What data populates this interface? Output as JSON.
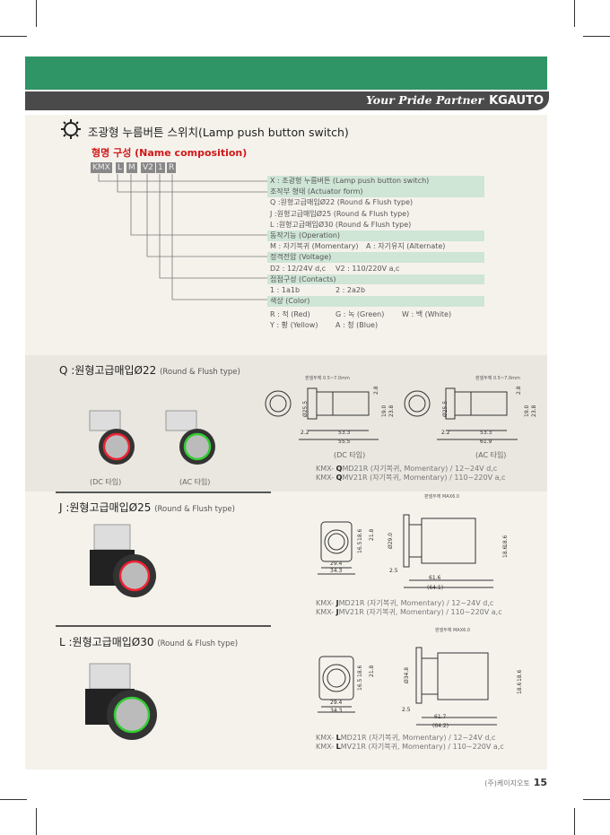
{
  "header": {
    "slogan": "Your Pride Partner",
    "logo": "KGAUTO"
  },
  "title": "조광형 누름버튼 스위치(Lamp push button switch)",
  "subtitle": "형명 구성 (Name composition)",
  "codes": [
    "KMX",
    "L",
    "M",
    "V2",
    "1",
    "R"
  ],
  "composition": [
    {
      "text": "X : 조광형 누름버튼 (Lamp push button switch)",
      "hd": true
    },
    {
      "text": "조작부 형태 (Actuator form)",
      "hd": true
    },
    {
      "text": "Q :원형고급매입Ø22 (Round & Flush type)"
    },
    {
      "text": "J :원형고급매입Ø25 (Round & Flush type)"
    },
    {
      "text": "L :원형고급매입Ø30 (Round & Flush type)"
    },
    {
      "text": "동작기능 (Operation)",
      "hd": true
    },
    {
      "text": "M : 자기복귀 (Momentary)",
      "text2": "A : 자기유지 (Alternate)"
    },
    {
      "text": "정격전압 (Voltage)",
      "hd": true
    },
    {
      "text": "D2 : 12/24V d,c",
      "text2": "V2 : 110/220V a,c"
    },
    {
      "text": "접점구성 (Contacts)",
      "hd": true
    },
    {
      "text": "1 : 1a1b",
      "text2": "2 : 2a2b"
    },
    {
      "text": "색상 (Color)",
      "hd": true
    },
    {
      "text": "R : 적 (Red)",
      "text2": "G : 녹 (Green)",
      "text3": "W : 백 (White)"
    },
    {
      "text": "Y : 황 (Yellow)",
      "text2": "A : 청 (Blue)"
    }
  ],
  "q": {
    "title": "Q :원형고급매입Ø22",
    "type": "(Round & Flush type)",
    "dc_photo": "(DC 타입)",
    "ac_photo": "(AC 타입)",
    "dc_draw": "(DC 타입)",
    "ac_draw": "(AC 타입)",
    "panel": "판넬두께 0.5~7.0mm",
    "dims_dc": [
      "2.2",
      "53.3",
      "55.5",
      "Ø25.5",
      "2.8",
      "19.0",
      "23.8"
    ],
    "dims_ac": [
      "2.2",
      "53.3",
      "61.9",
      "Ø25.5",
      "2.8",
      "19.0",
      "23.8"
    ],
    "models": [
      {
        "pre": "KMX- ",
        "b": "Q",
        "post": "MD21R (자기복귀, Momentary) / 12~24V d,c"
      },
      {
        "pre": "KMX- ",
        "b": "Q",
        "post": "MV21R (자기복귀, Momentary) / 110~220V a,c"
      }
    ]
  },
  "j": {
    "title": "J :원형고급매입Ø25",
    "type": "(Round & Flush type)",
    "panel": "판넬두께 MAX6.0",
    "dims": [
      "18.6",
      "21.8",
      "16.5",
      "29.4",
      "34.3",
      "Ø29.0",
      "2.5",
      "61.6",
      "(64.1)",
      "18.6",
      "18.6"
    ],
    "models": [
      {
        "pre": "KMX- ",
        "b": "J",
        "post": "MD21R   (자기복귀, Momentary) / 12~24V d,c"
      },
      {
        "pre": "KMX- ",
        "b": "J",
        "post": "MV21R   (자기복귀, Momentary) / 110~220V a,c"
      }
    ]
  },
  "l": {
    "title": "L :원형고급매입Ø30",
    "type": "(Round & Flush type)",
    "panel": "판넬두께 MAX6.0",
    "dims": [
      "18.6",
      "21.8",
      "16.5",
      "29.4",
      "34.3",
      "Ø34.8",
      "2.5",
      "61.7",
      "(64.2)",
      "18.6",
      "18.6"
    ],
    "models": [
      {
        "pre": "KMX- ",
        "b": "L",
        "post": "MD21R   (자기복귀, Momentary) / 12~24V d,c"
      },
      {
        "pre": "KMX- ",
        "b": "L",
        "post": "MV21R   (자기복귀, Momentary) / 110~220V a,c"
      }
    ]
  },
  "footer": {
    "company": "(주)케이지오토",
    "page": "15"
  },
  "colors": {
    "green": "#2f9466",
    "dark": "#4a4a4a",
    "title_red": "#d01818",
    "row_green": "#cfe5d6"
  }
}
